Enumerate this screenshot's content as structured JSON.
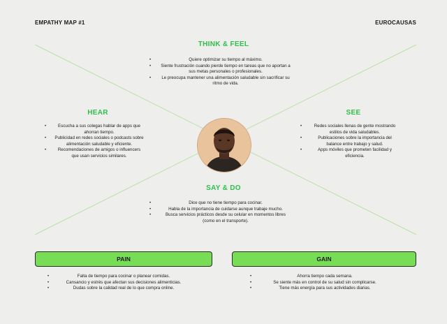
{
  "header": {
    "title": "EMPATHY MAP #1",
    "brand": "EUROCAUSAS"
  },
  "think_feel": {
    "title": "THINK & FEEL",
    "items": [
      "Quiere optimizar su tiempo al máximo.",
      "Siente frustración cuando pierde tiempo en tareas que no aportan a sus metas personales o profesionales.",
      "Le preocupa mantener una alimentación saludable sin sacrificar su ritmo de vida."
    ]
  },
  "hear": {
    "title": "HEAR",
    "items": [
      "Escucha a sus colegas hablar de apps que ahorran tiempo.",
      "Publicidad en redes sociales o podcasts sobre alimentación saludable y eficiente.",
      "Recomendaciones de amigos o influencers que usan servicios similares."
    ]
  },
  "see": {
    "title": "SEE",
    "items": [
      "Redes sociales llenas de gente mostrando estilos de vida saludables.",
      "Publicaciones sobre la importancia del balance entre trabajo y salud.",
      "Apps móviles que prometen facilidad y eficiencia."
    ]
  },
  "say_do": {
    "title": "SAY & DO",
    "items": [
      "Dice que no tiene tiempo para cocinar.",
      "Habla de la importancia de cuidarse aunque trabaje mucho.",
      "Busca servicios prácticos desde su celular en momentos libres (como en el transporte)."
    ]
  },
  "pain": {
    "title": "PAIN",
    "items": [
      "Falta de tiempo para cocinar o planear comidas.",
      "Cansancio y estrés que afectan sus decisiones alimenticias.",
      "Dudas sobre la calidad real de lo que compra online."
    ]
  },
  "gain": {
    "title": "GAIN",
    "items": [
      "Ahorra tiempo cada semana.",
      "Se siente más en control de su salud sin complicarse.",
      "Tiene más energía para sus actividades diarias."
    ]
  },
  "colors": {
    "accent_green": "#2fbf4a",
    "pill_green": "#77dd55",
    "line_green": "#b8e3a4",
    "background": "#eeeeec"
  }
}
